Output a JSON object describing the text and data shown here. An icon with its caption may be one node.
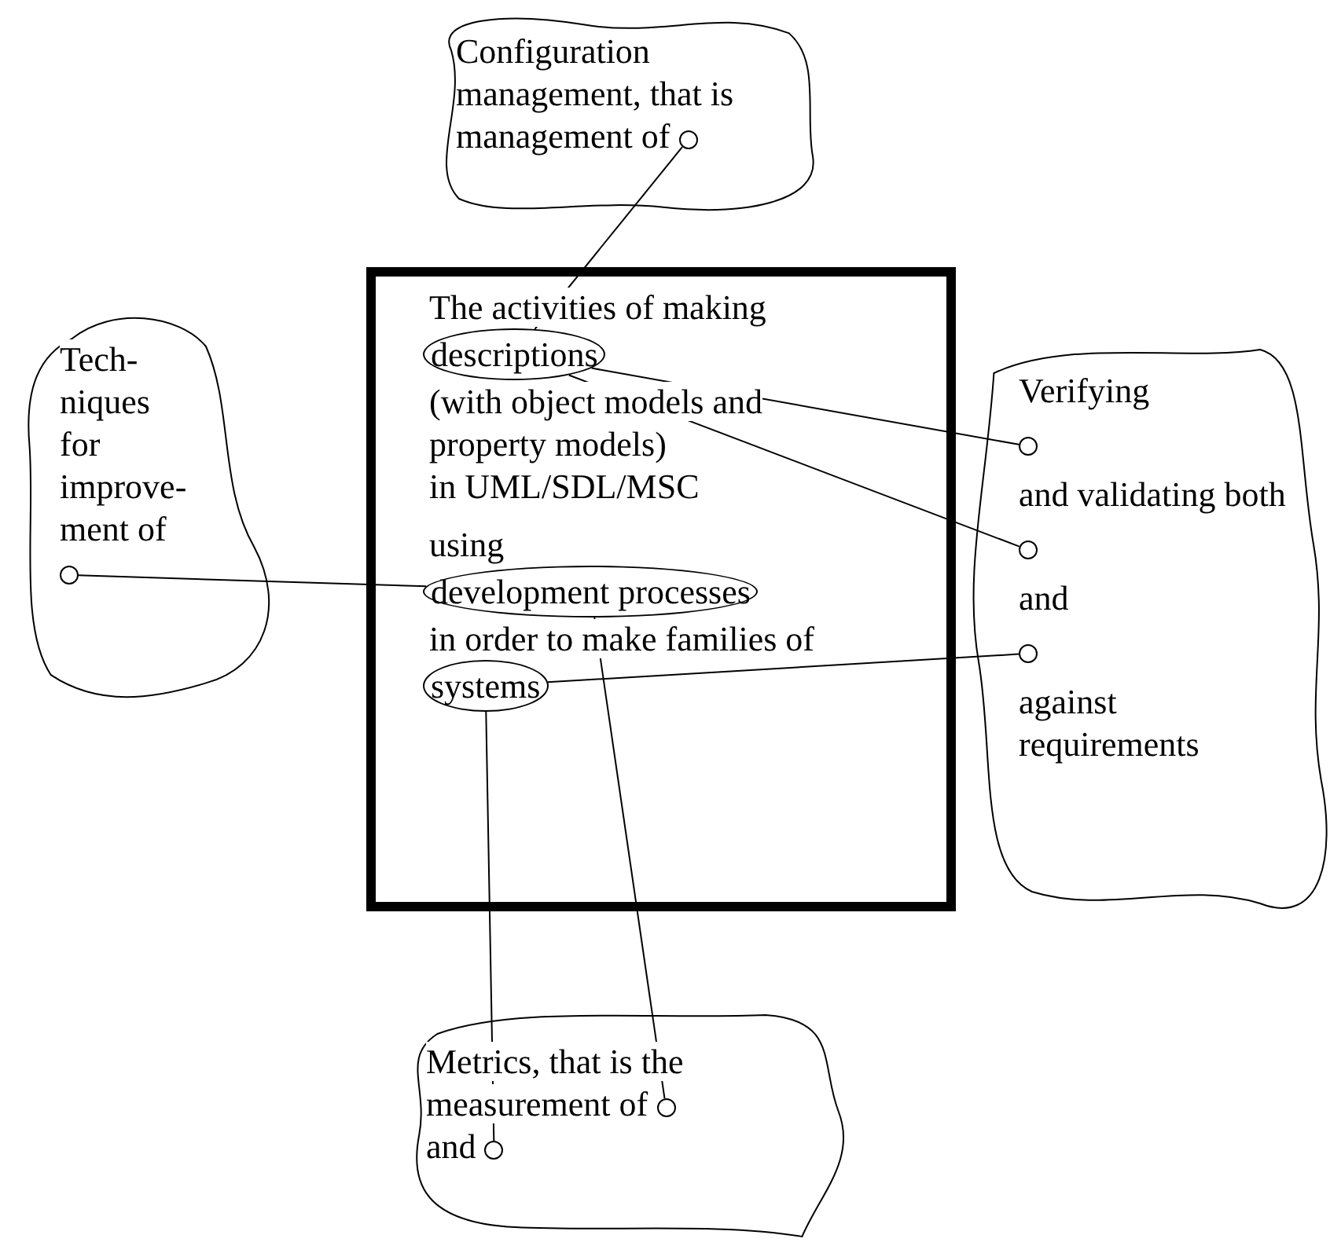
{
  "diagram": {
    "nodes": [
      {
        "text": [
          "Configuration management, that is management of"
        ]
      },
      {
        "text": [],
        "shape": "circle",
        "in": 0
      },
      {
        "text": [
          "Tech- niques for improve- ment of"
        ]
      },
      {
        "text": [],
        "shape": "circle",
        "in": 2
      },
      {
        "text": [
          "The activities of making",
          "(with object models and property models)",
          "in UML/SDL/MSC",
          "using",
          "in order to make families of"
        ]
      },
      {
        "text": [
          "descriptions"
        ],
        "in": 4
      },
      {
        "text": [
          "development processes"
        ],
        "in": 4
      },
      {
        "text": [
          "systems"
        ],
        "in": 4
      },
      {
        "text": [
          "Verifying",
          "and validating both",
          "and",
          "against requirements"
        ]
      },
      {
        "text": [],
        "shape": "circle",
        "in": 8
      },
      {
        "text": [],
        "shape": "circle",
        "in": 8
      },
      {
        "text": [],
        "shape": "circle",
        "in": 8
      },
      {
        "text": [
          "Metrics, that is the measurement of",
          "and"
        ]
      },
      {
        "text": [],
        "shape": "circle",
        "in": 12
      },
      {
        "text": [],
        "shape": "circle",
        "in": 12
      }
    ],
    "edges": [
      {
        "from": 1,
        "to": 5,
        "arrow": "none"
      },
      {
        "from": 5,
        "to": 9,
        "arrow": "none"
      },
      {
        "from": 5,
        "to": 10,
        "arrow": "none"
      },
      {
        "from": 3,
        "to": 6,
        "arrow": "none"
      },
      {
        "from": 6,
        "to": 13,
        "arrow": "none"
      },
      {
        "from": 7,
        "to": 11,
        "arrow": "none"
      },
      {
        "from": 7,
        "to": 14,
        "arrow": "none"
      }
    ]
  }
}
